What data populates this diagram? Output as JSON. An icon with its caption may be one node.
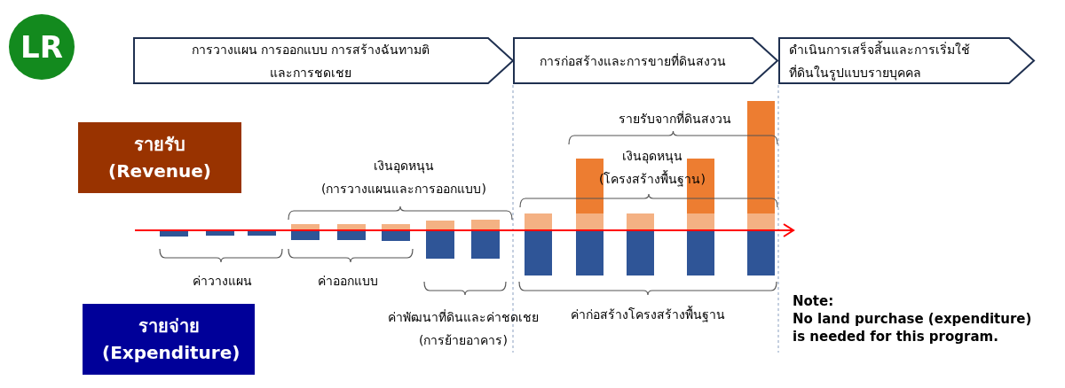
{
  "diagram": {
    "nodes": [
      {
        "text": [
          "LR"
        ]
      },
      {
        "text": [
          "การวางแผน การออกแบบ การสร้างฉันทามติ และการชดเชย"
        ]
      },
      {
        "text": [
          "การก่อสร้างและการขายที่ดินสงวน"
        ]
      },
      {
        "text": [
          "ดำเนินการเสร็จสิ้นและการเริ่มใช้ที่ดินในรูปแบบรายบุคคล"
        ]
      },
      {
        "text": [
          "รายรับ (Revenue)"
        ]
      },
      {
        "text": [
          "รายจ่าย (Expenditure)"
        ]
      }
    ],
    "labels": [
      "รายรับจากที่ดินสงวน",
      "เงินอุดหนุน (โครงสร้างพื้นฐาน)",
      "เงินอุดหนุน (การวางแผนและการออกแบบ)",
      "ค่าวางแผน",
      "ค่าออกแบบ",
      "Note:",
      "ค่าก่อสร้างโครงสร้างพื้นฐาน",
      "ค่าพัฒนาที่ดินและค่าชดเชย (การย้ายอาคาร)",
      "No land purchase (expenditure) is needed for this program."
    ]
  }
}
